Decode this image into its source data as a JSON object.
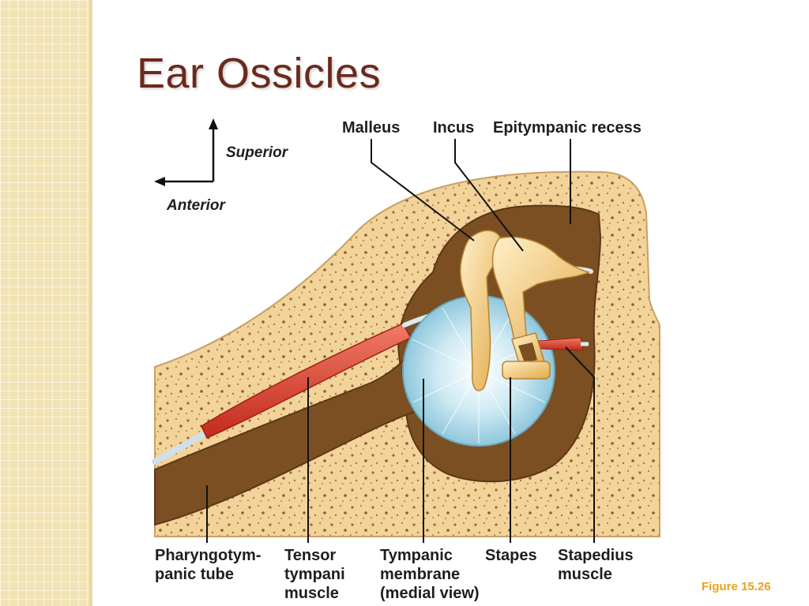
{
  "slide": {
    "title": "Ear Ossicles",
    "figure_ref": "Figure 15.26"
  },
  "orientation": {
    "superior": "Superior",
    "anterior": "Anterior"
  },
  "labels_top": {
    "malleus": "Malleus",
    "incus": "Incus",
    "epitympanic": "Epitympanic recess"
  },
  "labels_bottom": {
    "pharyngo": [
      "Pharyngotym-",
      "panic tube"
    ],
    "tensor": [
      "Tensor",
      "tympani",
      "muscle"
    ],
    "tympanic": [
      "Tympanic",
      "membrane",
      "(medial view)"
    ],
    "stapes": "Stapes",
    "stapedius": [
      "Stapedius",
      "muscle"
    ]
  },
  "colors": {
    "bone": "#f2d39a",
    "cavity": "#7c4f23",
    "membrane": "#bfe3ef",
    "muscle": "#d63b2c",
    "ossicle": "#f0c25e",
    "title": "#6b2a1c",
    "figure_ref": "#e8a317"
  }
}
